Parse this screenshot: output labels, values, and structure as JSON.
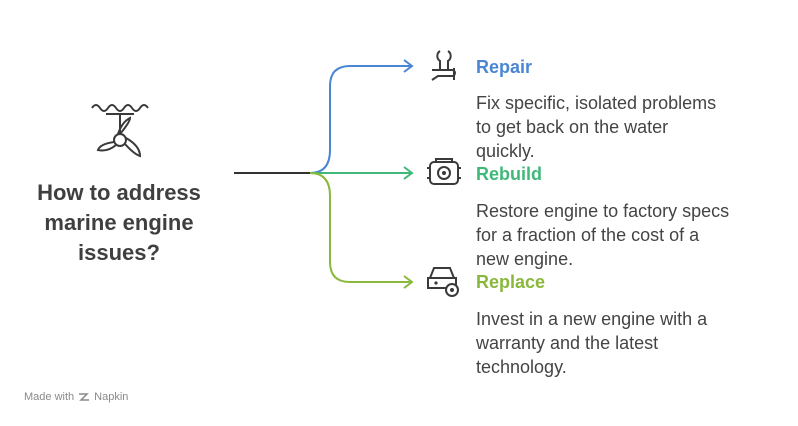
{
  "hero": {
    "title_lines": [
      "How to address",
      "marine engine",
      "issues?"
    ]
  },
  "options": [
    {
      "title": "Repair",
      "color": "#4a86d4",
      "icon": "wrench-hand-icon",
      "desc_lines": [
        "Fix specific, isolated problems",
        "to get back on the water",
        "quickly."
      ]
    },
    {
      "title": "Rebuild",
      "color": "#3fb879",
      "icon": "engine-gear-icon",
      "desc_lines": [
        "Restore engine to factory specs",
        "for a fraction of the cost of a",
        "new engine."
      ]
    },
    {
      "title": "Replace",
      "color": "#8ab83d",
      "icon": "car-gear-icon",
      "desc_lines": [
        "Invest in a new engine with a",
        "warranty and the latest",
        "technology."
      ]
    }
  ],
  "credit": {
    "prefix": "Made with",
    "brand": "Napkin"
  },
  "colors": {
    "trunk": "#333333",
    "icon_stroke": "#3a3a3a"
  }
}
